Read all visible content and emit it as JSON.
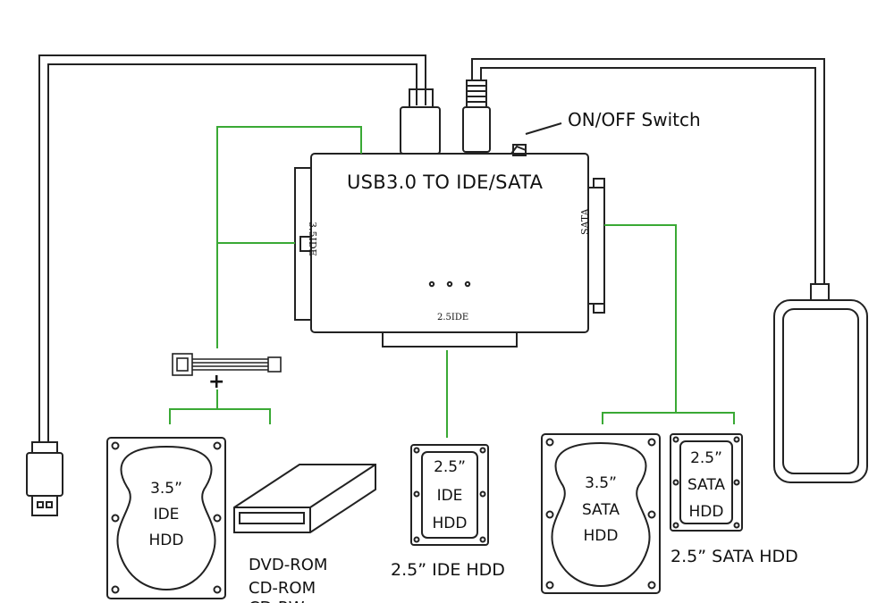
{
  "device": {
    "title": "USB3.0 TO IDE/SATA",
    "side_left": "3.5IDE",
    "side_right": "SATA",
    "side_bottom": "2.5IDE"
  },
  "switch_label": "ON/OFF Switch",
  "power_connector": {
    "plus": "+"
  },
  "drives": {
    "ide35": {
      "l1": "3.5”",
      "l2": "IDE",
      "l3": "HDD"
    },
    "ide25": {
      "l1": "2.5”",
      "l2": "IDE",
      "l3": "HDD",
      "caption": "2.5”  IDE HDD"
    },
    "sata35": {
      "l1": "3.5”",
      "l2": "SATA",
      "l3": "HDD"
    },
    "sata25": {
      "l1": "2.5”",
      "l2": "SATA",
      "l3": "HDD",
      "caption": "2.5”  SATA HDD"
    }
  },
  "optical": {
    "line1": "DVD-ROM",
    "line2": "CD-ROM",
    "line3": "CD-RW"
  },
  "colors": {
    "connector_line": "#3aa935",
    "outline": "#222222"
  }
}
